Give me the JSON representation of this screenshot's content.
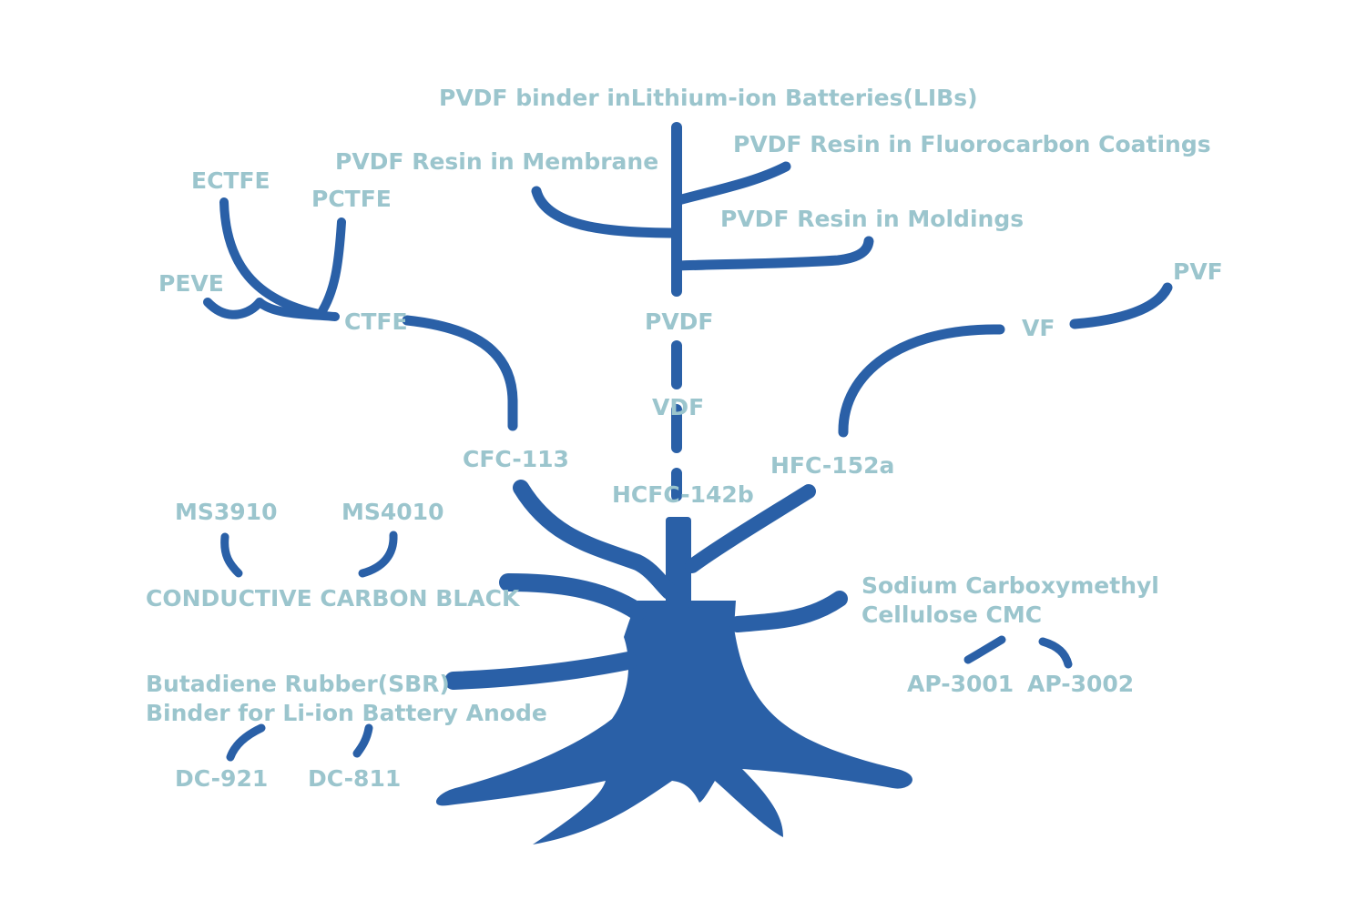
{
  "colors": {
    "tree": "#2a60a7",
    "label": "#9bc5cd",
    "background": "#ffffff"
  },
  "labels": {
    "pvdf_libs": "PVDF binder inLithium-ion Batteries(LIBs)",
    "pvdf_coatings": "PVDF Resin in Fluorocarbon Coatings",
    "pvdf_membrane": "PVDF Resin in Membrane",
    "pvdf_moldings": "PVDF Resin in Moldings",
    "ectfe": "ECTFE",
    "pctfe": "PCTFE",
    "peve": "PEVE",
    "ctfe": "CTFE",
    "pvdf": "PVDF",
    "vdf": "VDF",
    "pvf": "PVF",
    "vf": "VF",
    "cfc_113": "CFC-113",
    "hcfc_142b": "HCFC-142b",
    "hfc_152a": "HFC-152a",
    "ms3910": "MS3910",
    "ms4010": "MS4010",
    "conductive_carbon_black": "CONDUCTIVE CARBON BLACK",
    "cmc_line1": "Sodium Carboxymethyl",
    "cmc_line2": "Cellulose CMC",
    "ap_3001": "AP-3001",
    "ap_3002": "AP-3002",
    "sbr_line1": "Butadiene Rubber(SBR)",
    "sbr_line2": "Binder for Li-ion Battery Anode",
    "dc_921": "DC-921",
    "dc_811": "DC-811"
  }
}
